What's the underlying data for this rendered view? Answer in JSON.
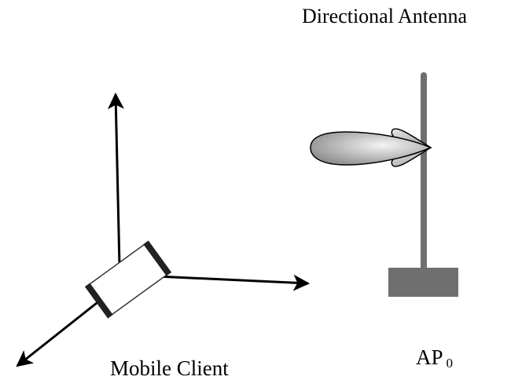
{
  "labels": {
    "antenna_title": "Directional Antenna",
    "client_title": "Mobile Client",
    "ap_name": "AP",
    "ap_subscript": "0"
  },
  "colors": {
    "stroke": "#000000",
    "antenna_gray": "#6f6f6f",
    "device_body": "#ffffff",
    "device_edge": "#222222",
    "lobe_light": "#f2f2f2",
    "lobe_dark": "#8c8c8c"
  },
  "icons": {
    "axis_arrows": "arrow-icon",
    "device": "phone-icon",
    "antenna": "antenna-mast-icon",
    "radiation_pattern": "radiation-lobe-icon"
  }
}
